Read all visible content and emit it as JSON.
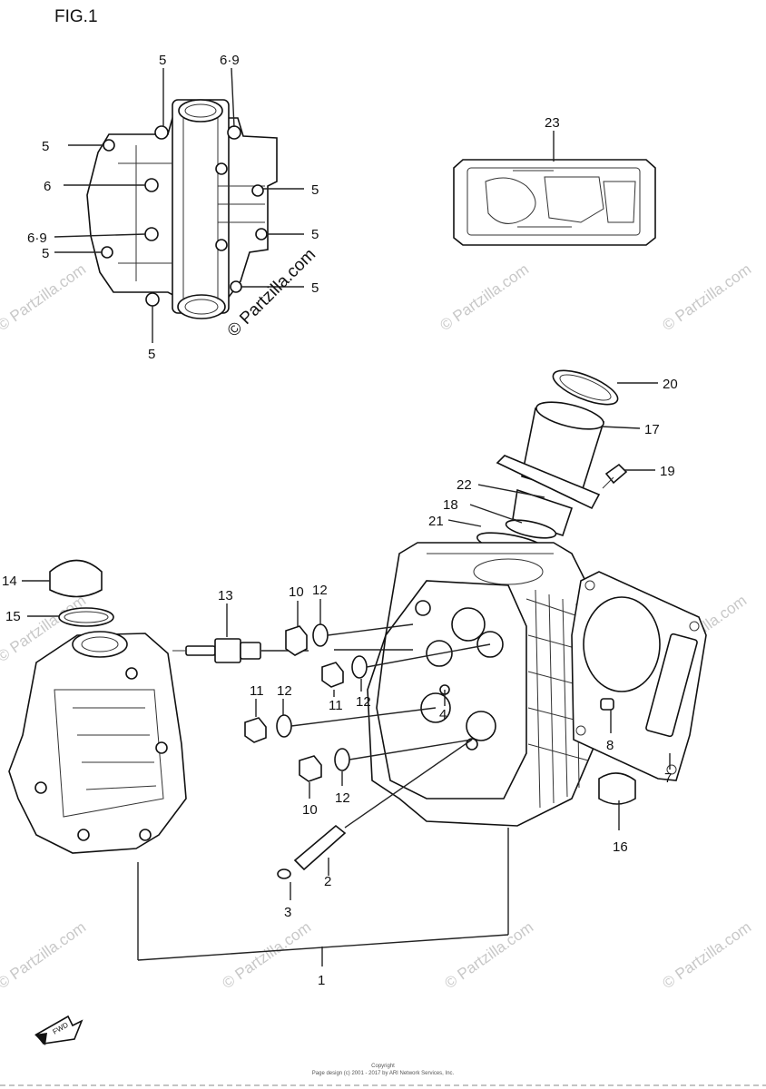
{
  "figure_label": "FIG.1",
  "watermark_main": "© Partzilla.com",
  "watermark_repeat": "© Partzilla.com",
  "callouts": {
    "c1": "1",
    "c2": "2",
    "c3": "3",
    "c4": "4",
    "c5a": "5",
    "c5b": "5",
    "c5c": "5",
    "c5d": "5",
    "c5e": "5",
    "c5f": "5",
    "c5g": "5",
    "c6": "6",
    "c69a": "6·9",
    "c69b": "6·9",
    "c7": "7",
    "c8": "8",
    "c10a": "10",
    "c10b": "10",
    "c11a": "11",
    "c11b": "11",
    "c12a": "12",
    "c12b": "12",
    "c12c": "12",
    "c12d": "12",
    "c13": "13",
    "c14": "14",
    "c15": "15",
    "c16": "16",
    "c17": "17",
    "c18": "18",
    "c19": "19",
    "c20": "20",
    "c21": "21",
    "c22": "22",
    "c23": "23"
  },
  "footer": {
    "line1": "Copyright",
    "line2": "Page design (c) 2001 - 2017 by ARI Network Services, Inc."
  },
  "direction_icon": "fwd-arrow-icon"
}
